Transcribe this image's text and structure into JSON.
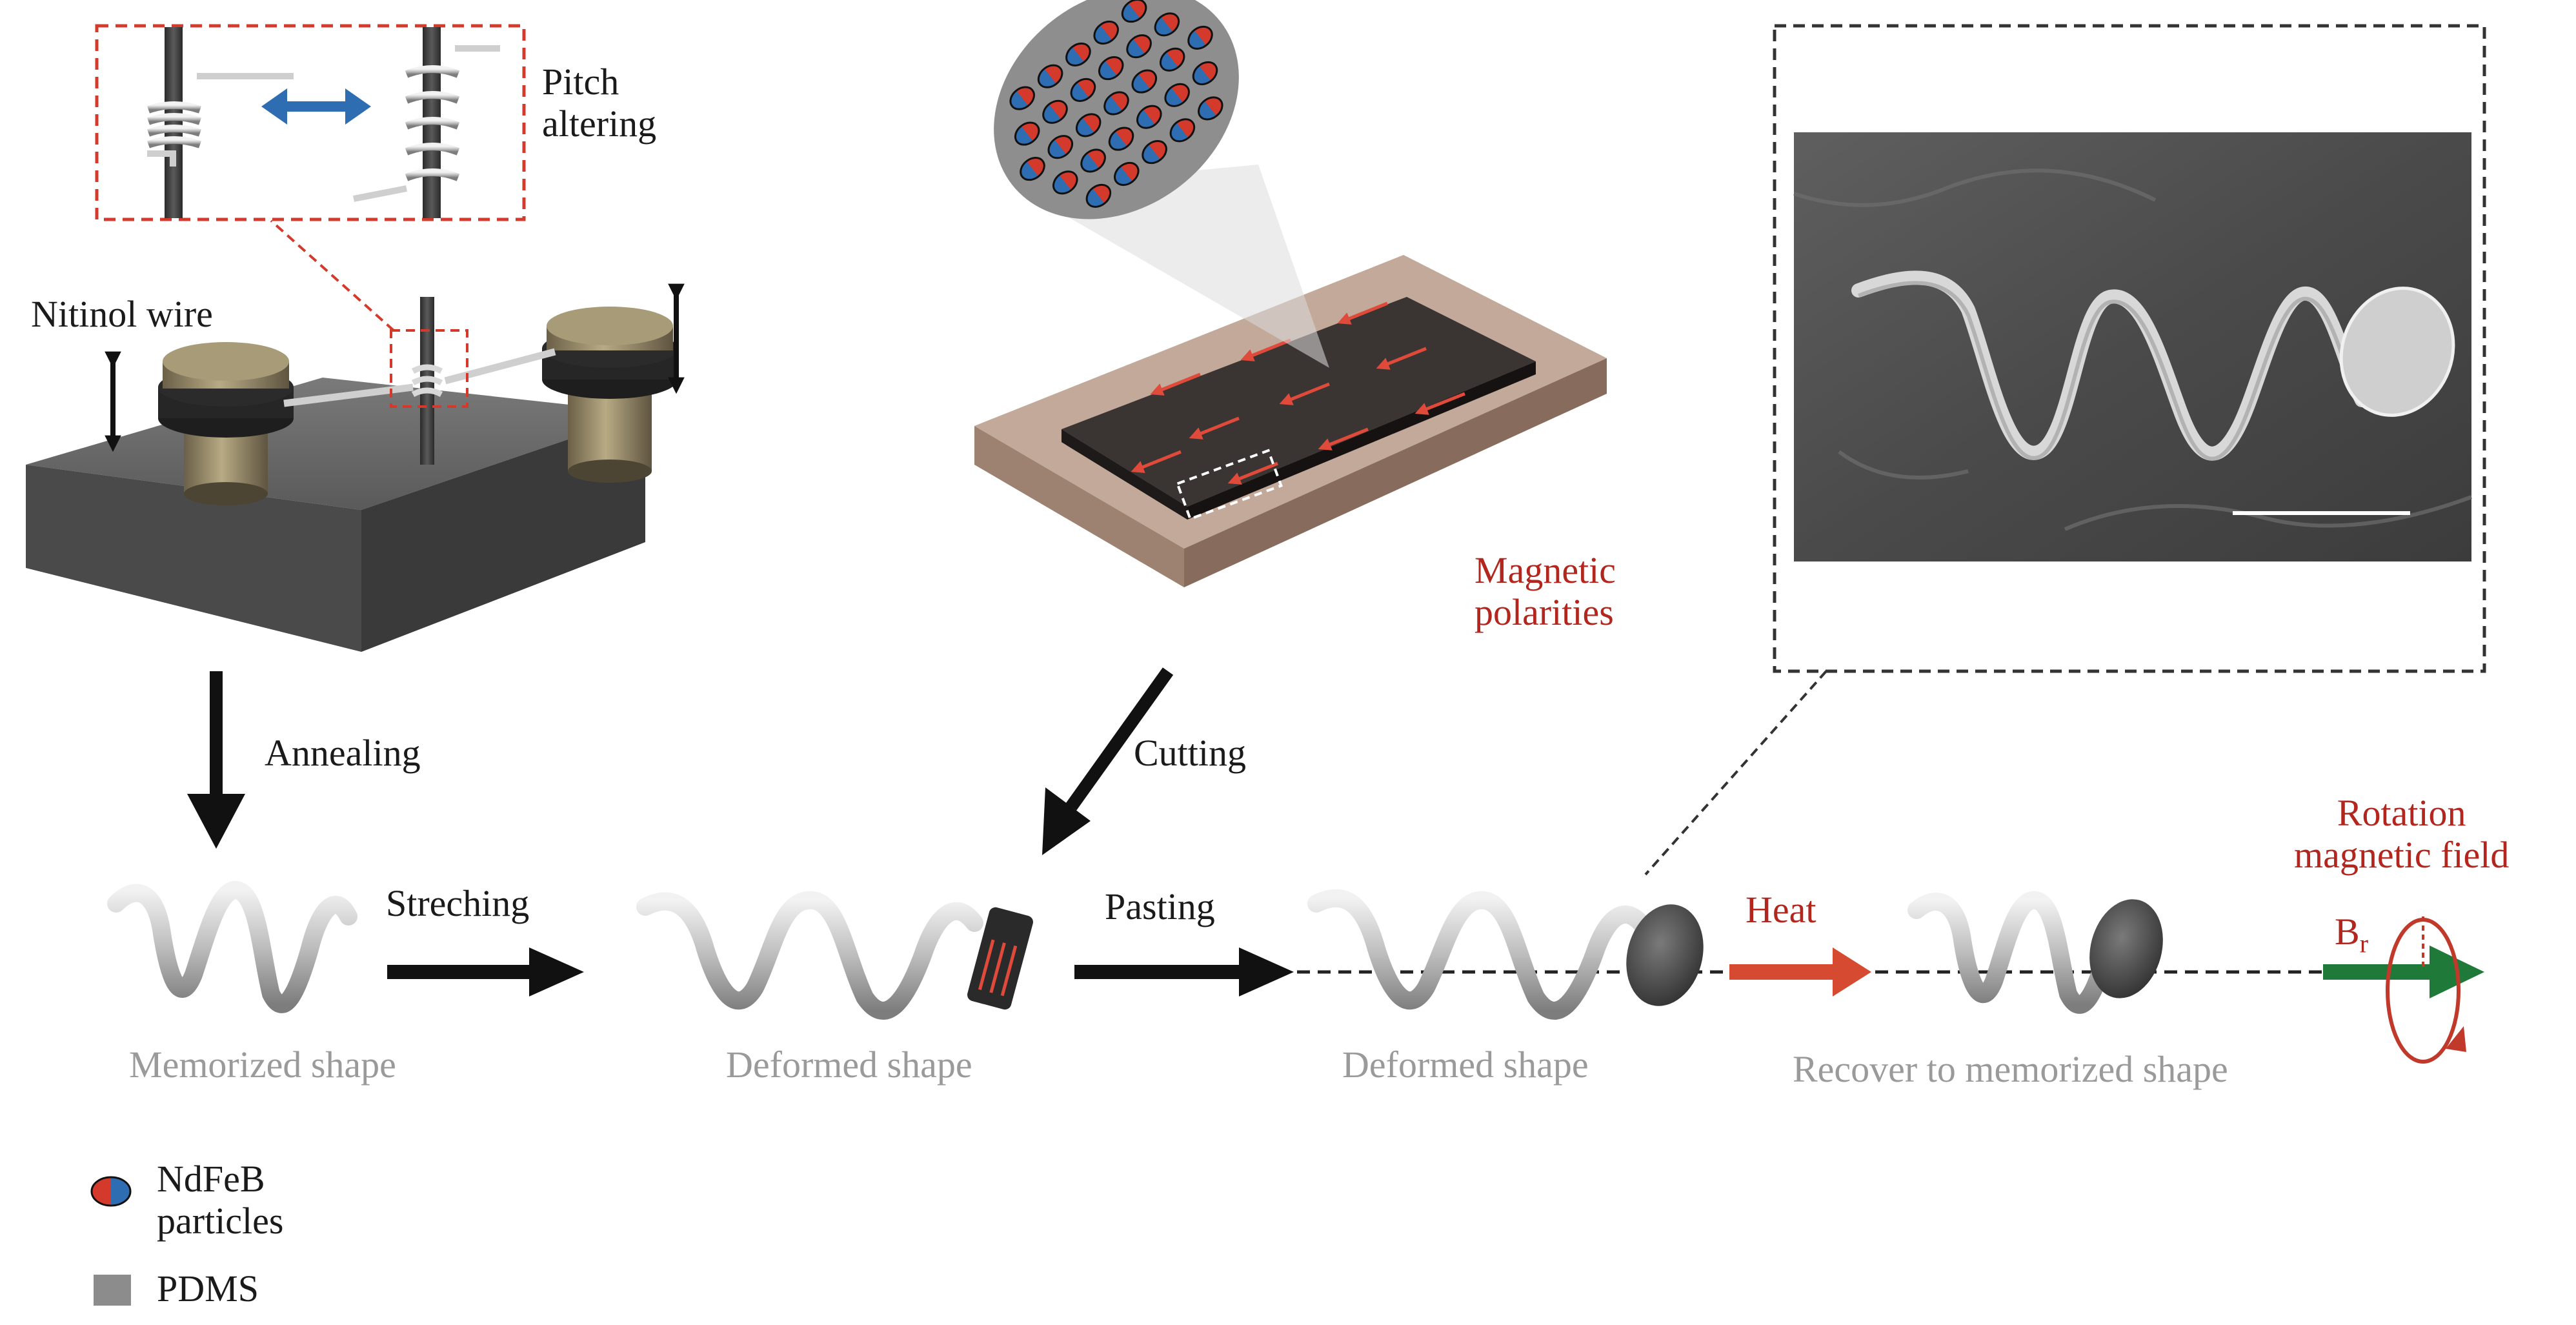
{
  "labels": {
    "pitch_altering": [
      "Pitch",
      "altering"
    ],
    "nitinol_wire": "Nitinol wire",
    "magnetic_polarities": [
      "Magnetic",
      "polarities"
    ],
    "annealing": "Annealing",
    "cutting": "Cutting",
    "streching": "Streching",
    "pasting": "Pasting",
    "heat": "Heat",
    "rotation_field": [
      "Rotation",
      "magnetic field"
    ],
    "br_base": "B",
    "br_sub": "r"
  },
  "captions": {
    "memorized": "Memorized shape",
    "deformed_1": "Deformed shape",
    "deformed_2": "Deformed shape",
    "recover": "Recover to memorized shape"
  },
  "legend": {
    "ndfeb": [
      "NdFeB",
      "particles"
    ],
    "pdms": "PDMS"
  },
  "colors": {
    "red_accent": "#b3261e",
    "blue_arrow": "#2f6db3",
    "green_arrow": "#1f7a3a",
    "caption_grey": "#9a9a9a",
    "pdms_grey": "#8c8c8c"
  }
}
